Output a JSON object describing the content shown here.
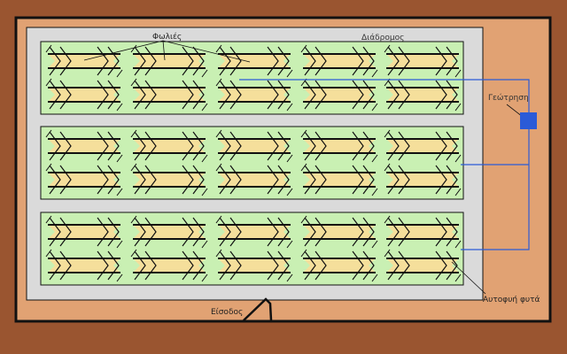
{
  "labels": {
    "nests": "Φωλιές",
    "corridor": "Διάδρομος",
    "grounding": "Γεώτρηση",
    "entrance": "Είσοδος",
    "self_sown_plants": "Αυτοφυή φυτά"
  },
  "layout_info": {
    "strips": 3,
    "rows_per_strip": 2,
    "nests_per_row": 5
  },
  "colors": {
    "outer_soil": "#9a5530",
    "farm_ground": "#e1a273",
    "corridor": "#dadada",
    "strip_green": "#c9f0b3",
    "nest_fill": "#f5df9b",
    "marker": "#2b5bd7",
    "stroke": "#111111"
  }
}
